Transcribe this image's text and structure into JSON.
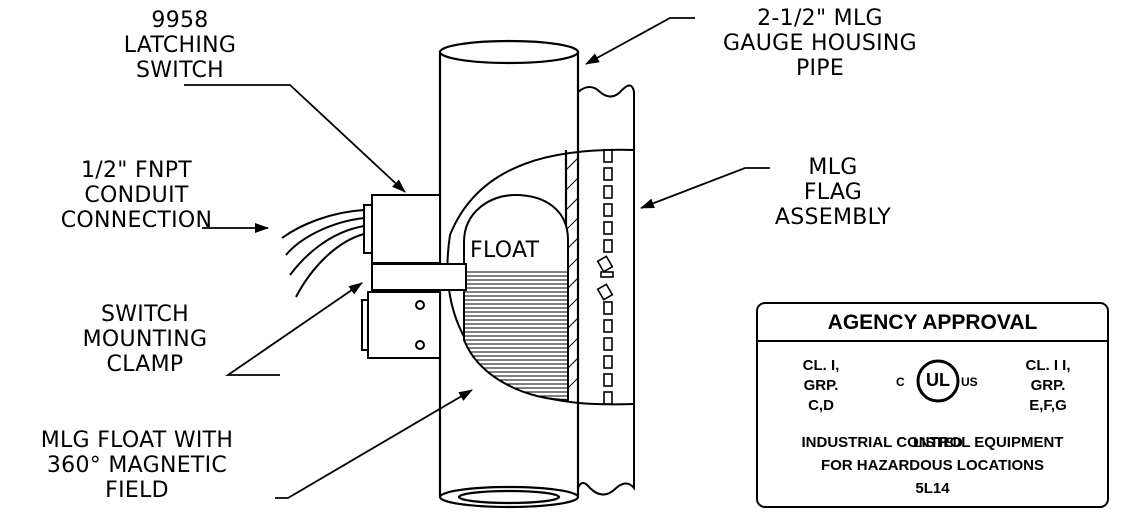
{
  "callouts": {
    "latching_switch": [
      "9958",
      "LATCHING",
      "SWITCH"
    ],
    "conduit": [
      "1/2\" FNPT",
      "CONDUIT",
      "CONNECTION"
    ],
    "clamp": [
      "SWITCH",
      "MOUNTING",
      "CLAMP"
    ],
    "float_field": [
      "MLG FLOAT WITH",
      "360° MAGNETIC",
      "FIELD"
    ],
    "housing_pipe": [
      "2-1/2\" MLG",
      "GAUGE HOUSING",
      "PIPE"
    ],
    "flag_assembly": [
      "MLG",
      "FLAG",
      "ASSEMBLY"
    ],
    "float_label": "FLOAT"
  },
  "approval": {
    "title": "AGENCY APPROVAL",
    "left": [
      "CL. I,",
      "GRP.",
      "C,D"
    ],
    "right": [
      "CL. I I,",
      "GRP.",
      "E,F,G"
    ],
    "mark": {
      "c": "C",
      "ul": "UL",
      "us": "US"
    },
    "listed": "LISTED",
    "footer": [
      "INDUSTRIAL CONTROL EQUIPMENT",
      "FOR HAZARDOUS LOCATIONS",
      "5L14"
    ]
  }
}
